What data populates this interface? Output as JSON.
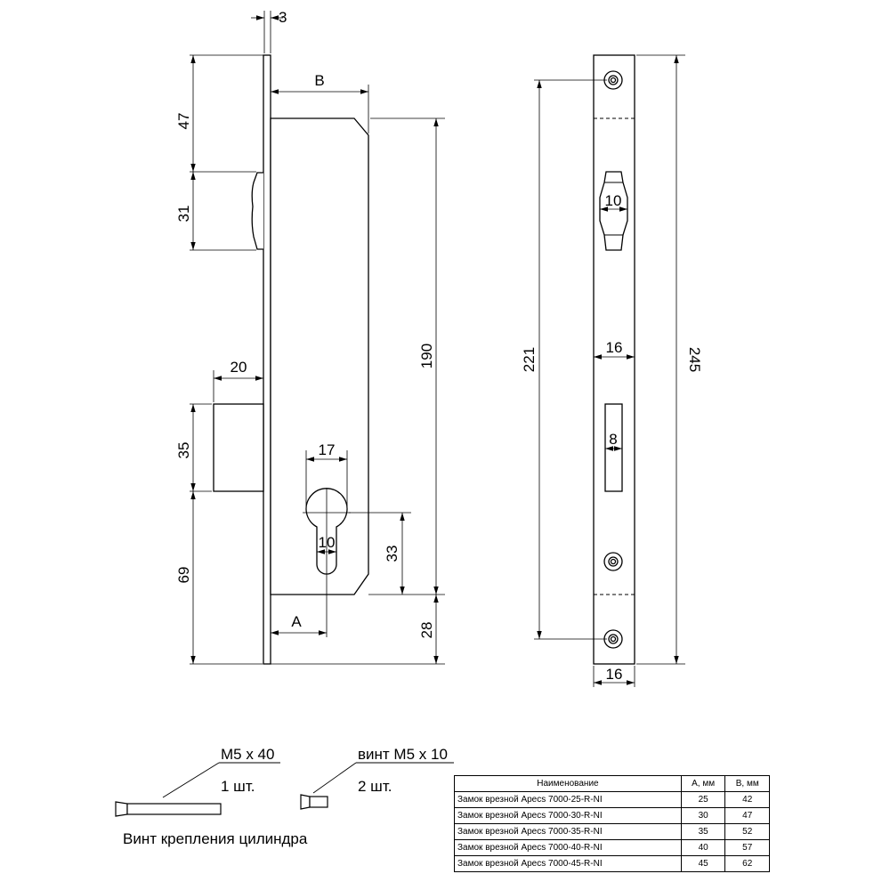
{
  "side_view": {
    "dims": {
      "faceplate_thickness": "3",
      "top_to_latch": "47",
      "latch_height": "31",
      "backset_b": "B",
      "case_height": "190",
      "bolt_projection": "20",
      "bolt_height": "35",
      "bottom_to_bolt": "69",
      "cyl_width": "17",
      "cyl_slot": "10",
      "cyl_center": "33",
      "backset_a": "A",
      "bottom_offset": "28"
    }
  },
  "front_view": {
    "dims": {
      "hole_spacing": "221",
      "total_length": "245",
      "latch_width": "10",
      "plate_width_mid": "16",
      "bolt_slot_width": "8",
      "plate_width_bottom": "16"
    }
  },
  "screws": {
    "long": {
      "size": "М5 x 40",
      "qty": "1 шт.",
      "caption": "Винт крепления цилиндра"
    },
    "short": {
      "size": "винт М5 x 10",
      "qty": "2 шт."
    }
  },
  "table": {
    "headers": [
      "Наименование",
      "A, мм",
      "B, мм"
    ],
    "rows": [
      [
        "Замок врезной Apecs 7000-25-R-NI",
        "25",
        "42"
      ],
      [
        "Замок врезной Apecs 7000-30-R-NI",
        "30",
        "47"
      ],
      [
        "Замок врезной Apecs 7000-35-R-NI",
        "35",
        "52"
      ],
      [
        "Замок врезной Apecs 7000-40-R-NI",
        "40",
        "57"
      ],
      [
        "Замок врезной Apecs 7000-45-R-NI",
        "45",
        "62"
      ]
    ]
  }
}
